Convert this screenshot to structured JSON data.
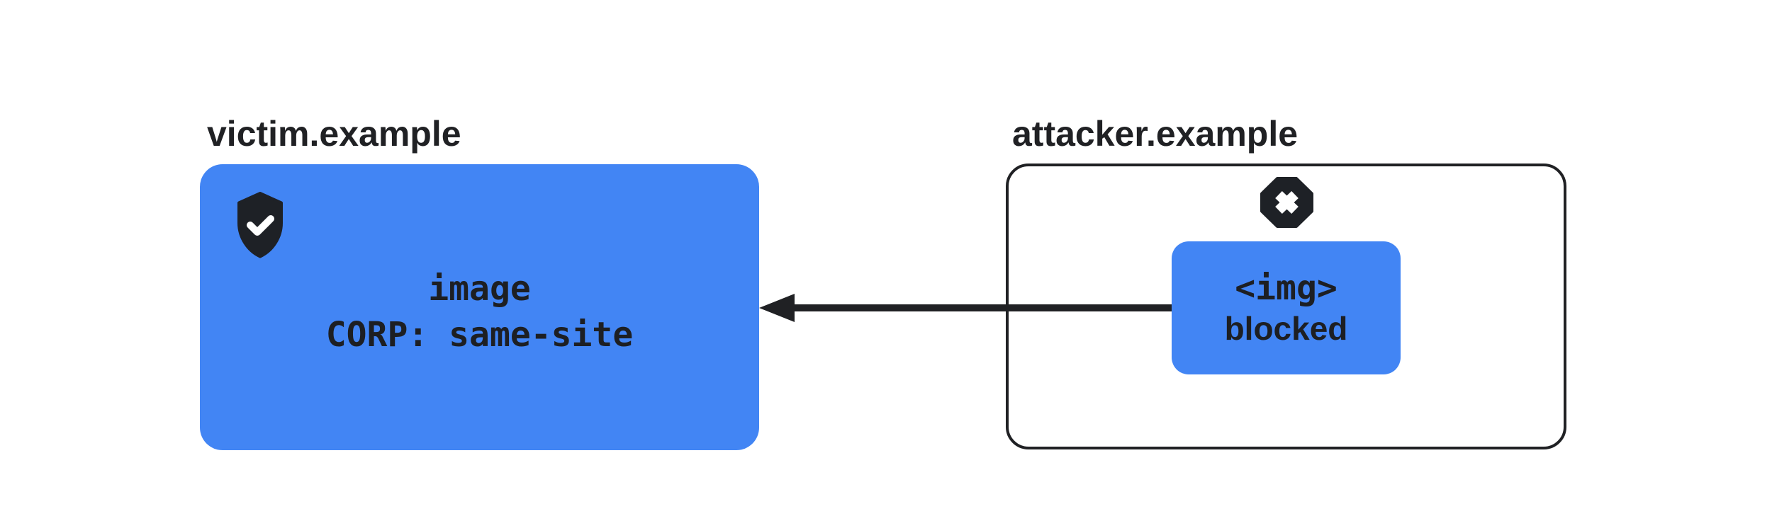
{
  "diagram": {
    "title_semantics": "CORP same-site blocks cross-origin img request",
    "victim": {
      "label": "victim.example",
      "resource_line1": "image",
      "resource_line2": "CORP: same-site",
      "icon": "shield-check-icon"
    },
    "attacker": {
      "label": "attacker.example",
      "request_line1": "<img>",
      "request_line2": "blocked",
      "icon": "octagon-x-icon"
    },
    "arrow": {
      "direction": "attacker-to-victim",
      "meaning": "blocked cross-origin request"
    },
    "colors": {
      "resource_blue": "#4285F4",
      "dark": "#202124",
      "icon_check": "#ffffff",
      "background": "#ffffff"
    }
  }
}
